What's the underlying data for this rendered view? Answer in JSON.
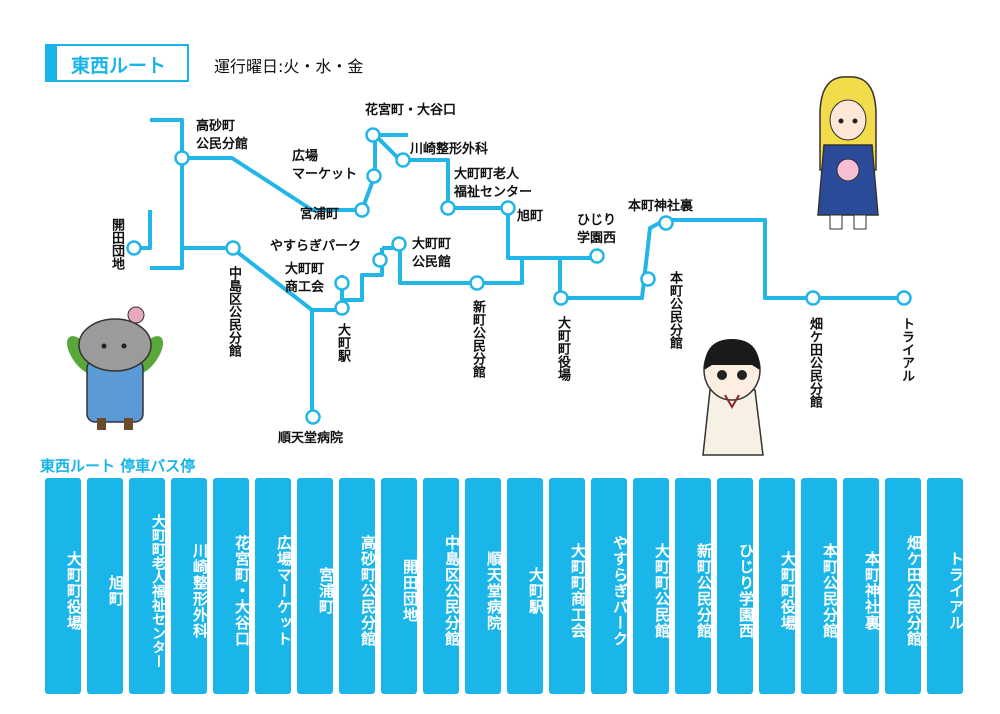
{
  "route": {
    "name": "東西ルート",
    "days": "運行曜日:火・水・金"
  },
  "map": {
    "labels": {
      "takasago": [
        "高砂町",
        "公民分館"
      ],
      "hiroba": [
        "広場",
        "マーケット"
      ],
      "miyaura": "宮浦町",
      "hanamiya": "花宮町・大谷口",
      "kawasaki": "川崎整形外科",
      "oomachi_rojin": [
        "大町町老人",
        "福祉センター"
      ],
      "asahi": "旭町",
      "hijiri": [
        "ひじり",
        "学園西"
      ],
      "honmachi_jinja": "本町神社裏",
      "kaiden": "開田団地",
      "nakashima": "中島区公民分館",
      "yasuragi": "やすらぎパーク",
      "oomachi_shokokai": [
        "大町町",
        "商工会"
      ],
      "oomachi_kominkan": [
        "大町町",
        "公民館"
      ],
      "oomachi_eki": "大町駅",
      "juntendo": "順天堂病院",
      "shinmachi": "新町公民分館",
      "yakuba": "大町町役場",
      "honmachi_kominkan": "本町公民分館",
      "hatakeda": "畑ケ田公民分館",
      "trial": "トライアル"
    }
  },
  "stops": {
    "title": "東西ルート 停車バス停",
    "list": [
      "大町町役場",
      "旭町",
      "大町町老人福祉センター",
      "川崎整形外科",
      "花宮町・大谷口",
      "広場マーケット",
      "宮浦町",
      "高砂町公民分館",
      "開田団地",
      "中島区公民分館",
      "順天堂病院",
      "大町駅",
      "大町町商工会",
      "やすらぎパーク",
      "大町町公民館",
      "新町公民分館",
      "ひじり学園西",
      "大町町役場",
      "本町公民分館",
      "本町神社裏",
      "畑ケ田公民分館",
      "トライアル"
    ]
  },
  "colors": {
    "route": "#22b5e8",
    "accent": "#18b4e8",
    "text": "#111111"
  }
}
